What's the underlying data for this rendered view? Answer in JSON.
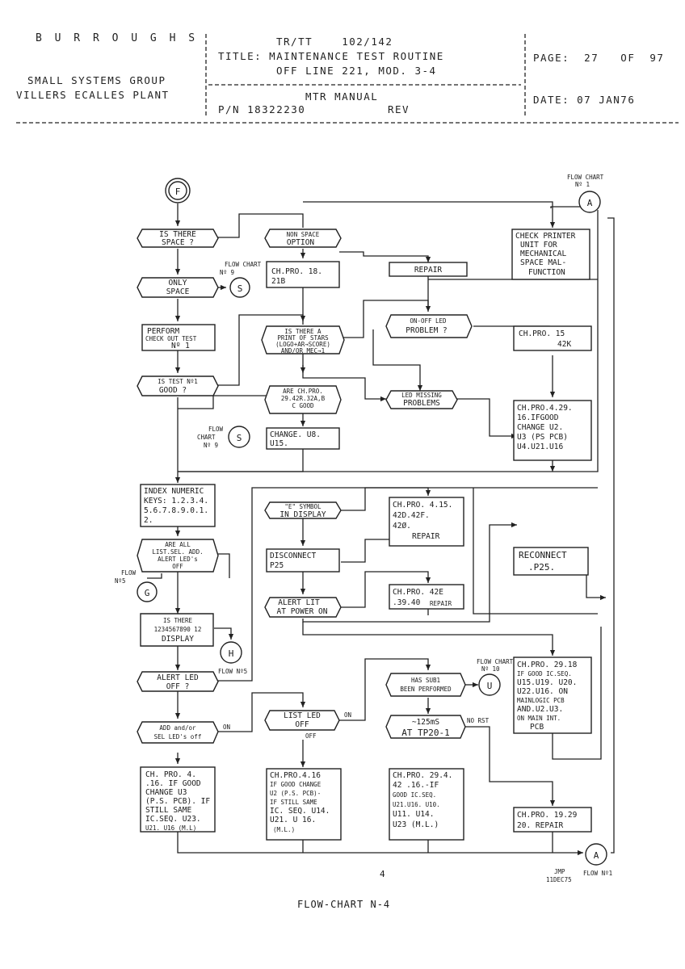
{
  "header": {
    "company": "B U R R O U G H S",
    "group": "SMALL SYSTEMS GROUP",
    "plant": "VILLERS ECALLES PLANT",
    "doc_code": "TR/TT    102/142",
    "title_line1": "TITLE: MAINTENANCE TEST ROUTINE",
    "title_line2": "OFF LINE 221, MOD. 3-4",
    "manual": "MTR MANUAL",
    "part_number": "P/N 18322230",
    "rev": "REV",
    "page": "PAGE:  27   OF  97",
    "date": "DATE: 07 JAN76"
  },
  "flow": {
    "conn_F": "F",
    "conn_A_top": "A",
    "conn_A_top_note1": "FLOW CHART",
    "conn_A_top_note2": "Nº 1",
    "q_space1": "IS THERE",
    "q_space2": "SPACE ?",
    "only_space1": "ONLY",
    "only_space2": "SPACE",
    "conn_S1": "S",
    "conn_S1_note1": "FLOW CHART",
    "conn_S1_note2": "Nº 9",
    "perform1": "PERFORM",
    "perform2": "CHECK OUT TEST",
    "perform3": "Nº 1",
    "q_test1": "IS TEST Nº1",
    "q_test2": "GOOD ?",
    "nonspace1": "NON SPACE",
    "nonspace2": "OPTION",
    "chpro18_1": "CH.PRO. 18.",
    "chpro18_2": "21B",
    "print_stars1": "IS THERE A",
    "print_stars2": "PRINT OF STARS",
    "print_stars3": "(LOGO+AR→SCORE)",
    "print_stars4": "AND/OR MEC→1",
    "are_chpro1": "ARE CH.PRO.",
    "are_chpro2": "29.42R.32A,B",
    "are_chpro3": "C GOOD",
    "change_u8_1": "CHANGE. U8.",
    "change_u8_2": "U15.",
    "conn_S2": "S",
    "conn_S2_note1": "FLOW",
    "conn_S2_note2": "CHART",
    "conn_S2_note3": "Nº 9",
    "check_printer1": "CHECK PRINTER",
    "check_printer2": "UNIT FOR",
    "check_printer3": "MECHANICAL",
    "check_printer4": "SPACE MAL-",
    "check_printer5": "FUNCTION",
    "repair": "REPAIR",
    "onoff1": "ON-OFF LED",
    "onoff2": "PROBLEM  ?",
    "chpro15_1": "CH.PRO. 15",
    "chpro15_2": "42K",
    "led_missing1": "LED MISSING",
    "led_missing2": "PROBLEMS",
    "chpro4_29_1": "CH.PRO.4.29.",
    "chpro4_29_2": "16.IFGOOD",
    "chpro4_29_3": "CHANGE U2.",
    "chpro4_29_4": "U3 (PS PCB)",
    "chpro4_29_5": "U4.U21.U16",
    "index1": "INDEX NUMERIC",
    "index2": "KEYS: 1.2.3.4.",
    "index3": "5.6.7.8.9.0.1.",
    "index4": "2.",
    "are_all1": "ARE ALL",
    "are_all2": "LIST.SEL. ADD.",
    "are_all3": "ALERT LED's",
    "are_all4": "OFF",
    "conn_G": "G",
    "conn_G_note1": "FLOW",
    "conn_G_note2": "Nº5",
    "is_display1": "IS THERE",
    "is_display2": "1234567890 12",
    "is_display3": "DISPLAY",
    "conn_H": "H",
    "conn_H_note": "FLOW Nº5",
    "alert_off1": "ALERT LED",
    "alert_off2": "OFF ?",
    "add_sel1": "ADD and/or",
    "add_sel2": "SEL LED's off",
    "on1": "ON",
    "e_symbol1": "\"E\" SYMBOL",
    "e_symbol2": "IN DISPLAY",
    "chpro4_15_1": "CH.PRO. 4.15.",
    "chpro4_15_2": "42D.42F.",
    "chpro4_15_3": "42Ø.",
    "chpro4_15_4": "REPAIR",
    "disconnect1": "DISCONNECT",
    "disconnect2": "P25",
    "reconnect1": "RECONNECT",
    "reconnect2": ".P25.",
    "alert_lit1": "ALERT LIT",
    "alert_lit2": "AT POWER ON",
    "chpro42e_1": "CH.PRO. 42E",
    "chpro42e_2": ".39.40",
    "chpro42e_3": "REPAIR",
    "sub31_1": "HAS SUB1",
    "sub31_2": "BEEN PERFORMED",
    "conn_U": "U",
    "conn_U_note1": "FLOW CHART",
    "conn_U_note2": "Nº 10",
    "chpro29_18_1": "CH.PRO. 29.18",
    "chpro29_18_2": "IF GOOD IC.SEQ.",
    "chpro29_18_3": "U15.U19. U20.",
    "chpro29_18_4": "U22.U16. ON",
    "chpro29_18_5": "MAINLOGIC PCB",
    "chpro29_18_6": "AND.U2.U3.",
    "chpro29_18_7": "ON MAIN INT.",
    "chpro29_18_8": "PCB",
    "list_led1": "LIST LED",
    "list_led2": "OFF",
    "on2": "ON",
    "off1": "OFF",
    "ms125_1": "~125mS",
    "ms125_2": "AT TP20-1",
    "no_rst": "NO RST",
    "chpro4_16a_1": "CH. PRO. 4.",
    "chpro4_16a_2": ".16. IF GOOD",
    "chpro4_16a_3": "CHANGE U3",
    "chpro4_16a_4": "(P.S. PCB). IF",
    "chpro4_16a_5": "STILL SAME",
    "chpro4_16a_6": "IC.SEQ. U23.",
    "chpro4_16a_7": "U21. U16 (M.L)",
    "chpro4_16b_1": "CH.PRO.4.16",
    "chpro4_16b_2": "IF GOOD CHANGE",
    "chpro4_16b_3": "U2 (P.S. PCB)-",
    "chpro4_16b_4": "IF STILL SAME",
    "chpro4_16b_5": "IC. SEQ. U14.",
    "chpro4_16b_6": "U21. U 16.",
    "chpro4_16b_7": "(M.L.)",
    "chpro29_4_1": "CH.PRO. 29.4.",
    "chpro29_4_2": "42 .16.-IF",
    "chpro29_4_3": "GOOD IC.SEQ.",
    "chpro29_4_4": "U21.U16. U10.",
    "chpro29_4_5": "U11. U14.",
    "chpro29_4_6": "U23 (M.L.)",
    "chpro19_1": "CH.PRO. 19.29",
    "chpro19_2": "20. REPAIR",
    "conn_A_bot": "A",
    "conn_A_bot_note": "FLOW Nº1",
    "init1": "JMP",
    "init2": "11DEC75",
    "page_number": "4",
    "caption": "FLOW-CHART N-4"
  }
}
